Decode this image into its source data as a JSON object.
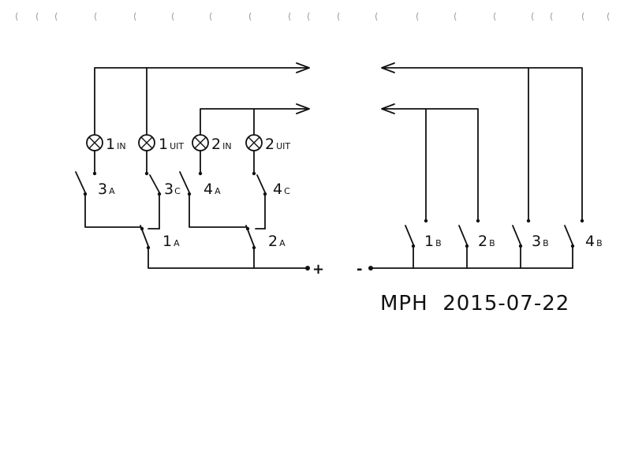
{
  "lamps": [
    {
      "number": "1",
      "suffix": "IN"
    },
    {
      "number": "1",
      "suffix": "UIT"
    },
    {
      "number": "2",
      "suffix": "IN"
    },
    {
      "number": "2",
      "suffix": "UIT"
    }
  ],
  "left_switches": [
    {
      "number": "3",
      "suffix": "A"
    },
    {
      "number": "3",
      "suffix": "C"
    },
    {
      "number": "4",
      "suffix": "A"
    },
    {
      "number": "4",
      "suffix": "C"
    },
    {
      "number": "1",
      "suffix": "A"
    },
    {
      "number": "2",
      "suffix": "A"
    }
  ],
  "right_switches": [
    {
      "number": "1",
      "suffix": "B"
    },
    {
      "number": "2",
      "suffix": "B"
    },
    {
      "number": "3",
      "suffix": "B"
    },
    {
      "number": "4",
      "suffix": "B"
    }
  ],
  "terminals": {
    "positive": "+",
    "negative": "-"
  },
  "signature": "MPH  2015-07-22"
}
